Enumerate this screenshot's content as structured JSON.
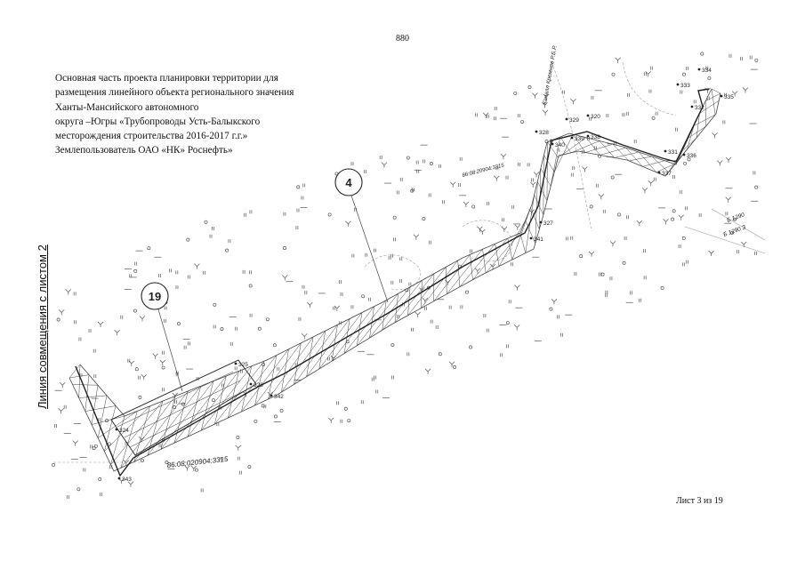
{
  "page_number": "880",
  "title_lines": [
    "Основная часть проекта планировки территории для",
    "размещения линейного объекта регионального значения",
    "Ханты-Мансийского автономного",
    "округа –Югры «Трубопроводы Усть-Балыкского",
    "месторождения строительства 2016-2017 г.г.»",
    "Землепользователь ОАО «НК» Роснефть»"
  ],
  "side_label": "Линия совмещения с листом 2",
  "sheet_label": "Лист 3 из 19",
  "callouts": [
    "4",
    "19"
  ],
  "cadastral_labels": [
    "86:08:020904:3315",
    "86:08:20904:3315"
  ],
  "road_label": "Каналл Кремнев Р.Б.Р.",
  "edge_labels": [
    "Б 1290",
    "Б 1290 З"
  ],
  "points": [
    "334",
    "333",
    "335",
    "332",
    "320",
    "329",
    "328",
    "340",
    "339",
    "338",
    "331",
    "336",
    "337",
    "327",
    "341",
    "325",
    "326",
    "342",
    "324",
    "343"
  ],
  "colors": {
    "line": "#333333",
    "light": "#9a9a9a",
    "text": "#111111"
  }
}
